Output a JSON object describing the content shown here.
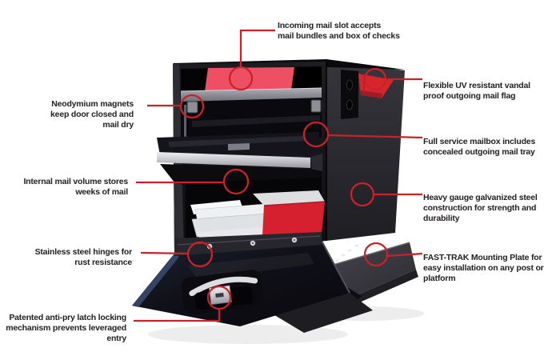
{
  "colors": {
    "accent_red": "#c9222a",
    "label_text": "#242022",
    "flag_red": "#d7252c",
    "mailbox_black": "#141417",
    "parcel_red": "#d6202f",
    "checks_box_red": "#ee4f63"
  },
  "callouts": {
    "incoming": {
      "text": "Incoming mail slot accepts\nmail bundles and box of checks"
    },
    "magnets": {
      "text": "Neodymium magnets\nkeep door closed and\nmail dry"
    },
    "volume": {
      "text": "Internal mail volume stores\nweeks of mail"
    },
    "hinges": {
      "text": "Stainless steel hinges for\nrust resistance"
    },
    "latch": {
      "text": "Patented anti-pry latch locking\nmechanism prevents leveraged\nentry"
    },
    "flag": {
      "text": "Flexible UV resistant vandal\nproof outgoing mail flag"
    },
    "tray": {
      "text": "Full service mailbox includes\nconcealed outgoing mail tray"
    },
    "steel": {
      "text": "Heavy gauge galvanized steel\nconstruction for strength and\ndurability"
    },
    "mounting": {
      "text": "FAST-TRAK Mounting Plate for\neasy installation on any post or\nplatform"
    }
  }
}
